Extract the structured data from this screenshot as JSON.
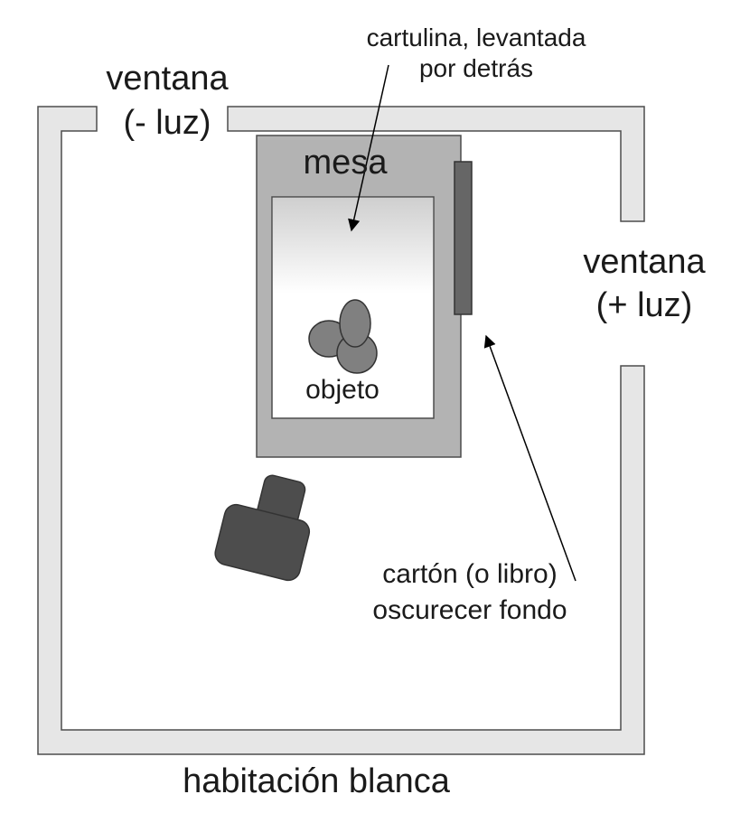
{
  "labels": {
    "window_left_1": "ventana",
    "window_left_2": "(- luz)",
    "window_right_1": "ventana",
    "window_right_2": "(+ luz)",
    "card_1": "cartulina, levantada",
    "card_2": "por detrás",
    "table": "mesa",
    "object": "objeto",
    "board_1": "cartón (o libro)",
    "board_2": "oscurecer fondo",
    "room": "habitación blanca"
  },
  "colors": {
    "wall_fill": "#e6e6e6",
    "wall_stroke": "#4d4d4d",
    "table_fill": "#b3b3b3",
    "board_fill": "#666666",
    "object_fill": "#808080",
    "camera_fill": "#4d4d4d",
    "text": "#1a1a1a"
  },
  "icons": {
    "camera": "camera-icon",
    "object": "object-shapes"
  }
}
